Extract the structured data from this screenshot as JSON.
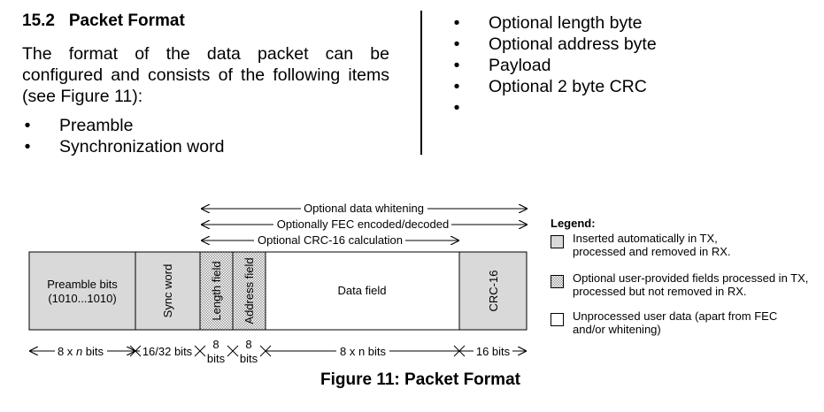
{
  "section": {
    "number": "15.2",
    "title": "Packet Format",
    "intro": "The format of the data packet can be configured and consists of the following items (see Figure 11):"
  },
  "bullets_left": [
    "Preamble",
    "Synchronization word"
  ],
  "bullets_right": [
    "Optional length byte",
    "Optional address byte",
    "Payload",
    "Optional 2 byte CRC",
    ""
  ],
  "bullet_glyph": "•",
  "figure": {
    "arrows": {
      "whitening": "Optional data whitening",
      "fec": "Optionally FEC encoded/decoded",
      "crc": "Optional CRC-16 calculation"
    },
    "fields": {
      "preamble_line1": "Preamble bits",
      "preamble_line2": "(1010...1010)",
      "sync": "Sync word",
      "length": "Length field",
      "address": "Address field",
      "data": "Data field",
      "crc": "CRC-16"
    },
    "sizes": {
      "preamble_a": "8 x ",
      "preamble_n": "n",
      "preamble_b": " bits",
      "sync": "16/32 bits",
      "length_num": "8",
      "length_unit": "bits",
      "address_num": "8",
      "address_unit": "bits",
      "data": "8 x n bits",
      "crc": "16 bits"
    },
    "legend": {
      "title": "Legend:",
      "items": [
        {
          "line1": "Inserted automatically in TX,",
          "line2": "processed and removed in RX."
        },
        {
          "line1": "Optional user-provided fields processed in TX,",
          "line2": "processed but not removed in RX."
        },
        {
          "line1": "Unprocessed user data (apart from FEC",
          "line2": "and/or whitening)"
        }
      ],
      "colors": {
        "auto": "#d9d9d9",
        "optional_hatch": "#b0b0b0",
        "user": "#ffffff"
      }
    },
    "caption": "Figure 11: Packet Format"
  }
}
